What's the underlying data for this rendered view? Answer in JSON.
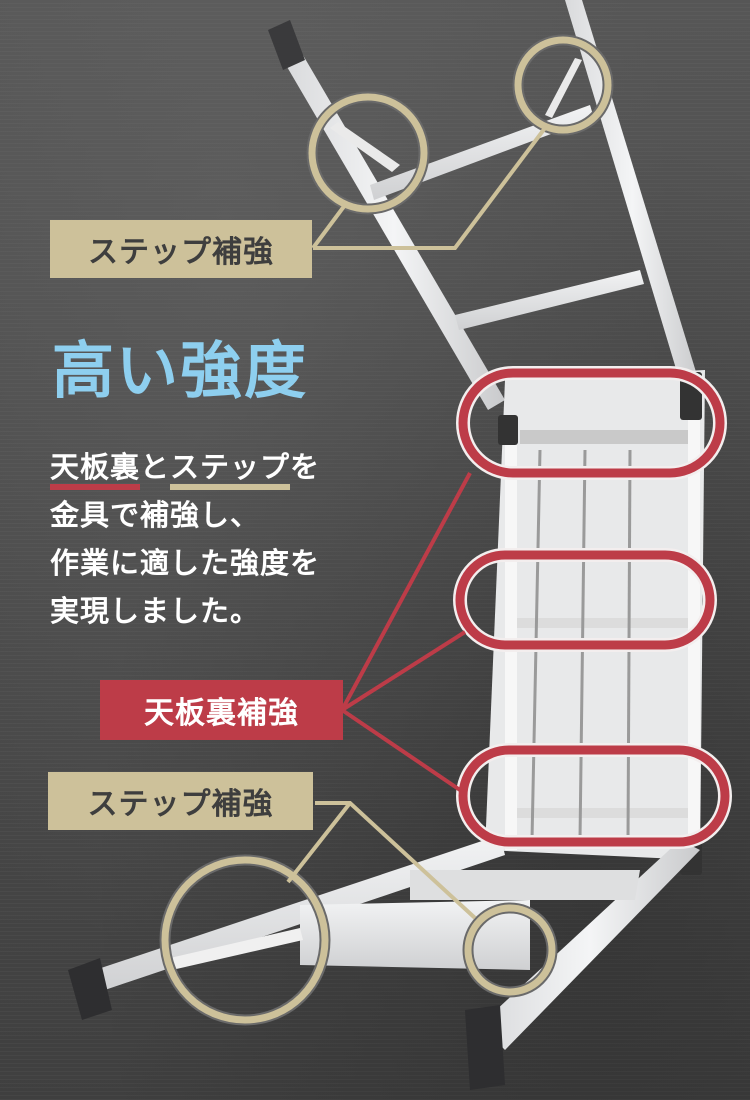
{
  "headline": "高い強度",
  "body": {
    "line1": {
      "part_red_underline": "天板裏",
      "connector": "と",
      "part_gold_underline": "ステップ",
      "suffix": "を"
    },
    "line2": "金具で補強し、",
    "line3": "作業に適した強度を",
    "line4": "実現しました。"
  },
  "labels": {
    "step_top": "ステップ補強",
    "board": "天板裏補強",
    "step_bottom": "ステップ補強"
  },
  "colors": {
    "headline": "#8ecfef",
    "accent_red": "#bd3c48",
    "accent_gold": "#cdc19a",
    "label_text_dark": "#3e3e3e",
    "background": "#4e4e4e"
  }
}
